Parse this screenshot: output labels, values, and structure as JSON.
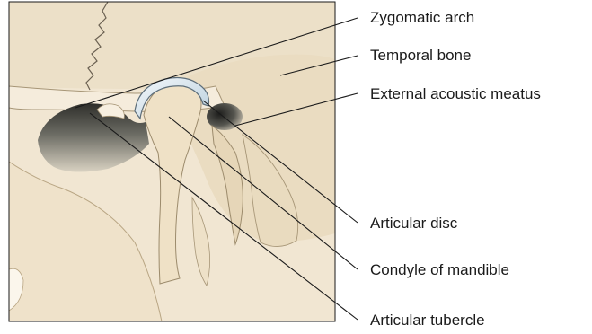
{
  "labels": {
    "zygomatic_arch": "Zygomatic arch",
    "temporal_bone": "Temporal bone",
    "external_acoustic_meatus": "External acoustic meatus",
    "articular_disc": "Articular disc",
    "condyle_of_mandible": "Condyle of mandible",
    "articular_tubercle": "Articular tubercle"
  },
  "colors": {
    "bone": "#f1e6d2",
    "bone_shade": "#e3d3b6",
    "bone_dark": "#d4c09c",
    "cavity_dark": "#3a3a36",
    "cavity_mid": "#8c8c82",
    "disc": "#d8e4ec",
    "outline": "#1a1a1a",
    "background": "#ffffff"
  }
}
